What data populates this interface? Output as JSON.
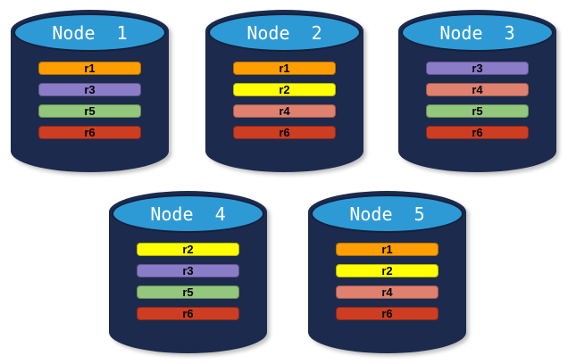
{
  "canvas": {
    "background": "#ffffff"
  },
  "palette": {
    "cylinder_body": "#1C2A4D",
    "cylinder_top_fill": "#2E9AD5",
    "cylinder_top_outline": "#13203C",
    "title_text": "#ffffff",
    "record_text": "#000000"
  },
  "record_colors": {
    "r1": "#FF9E00",
    "r2": "#FFFF00",
    "r3": "#8B7CC8",
    "r4": "#E0806E",
    "r5": "#93C77B",
    "r6": "#CC3D22"
  },
  "nodes": [
    {
      "title": "Node  1",
      "records": [
        {
          "id": "r1",
          "color": "#FF9E00"
        },
        {
          "id": "r3",
          "color": "#8B7CC8"
        },
        {
          "id": "r5",
          "color": "#93C77B"
        },
        {
          "id": "r6",
          "color": "#CC3D22"
        }
      ]
    },
    {
      "title": "Node  2",
      "records": [
        {
          "id": "r1",
          "color": "#FF9E00"
        },
        {
          "id": "r2",
          "color": "#FFFF00"
        },
        {
          "id": "r4",
          "color": "#E0806E"
        },
        {
          "id": "r6",
          "color": "#CC3D22"
        }
      ]
    },
    {
      "title": "Node  3",
      "records": [
        {
          "id": "r3",
          "color": "#8B7CC8"
        },
        {
          "id": "r4",
          "color": "#E0806E"
        },
        {
          "id": "r5",
          "color": "#93C77B"
        },
        {
          "id": "r6",
          "color": "#CC3D22"
        }
      ]
    },
    {
      "title": "Node  4",
      "records": [
        {
          "id": "r2",
          "color": "#FFFF00"
        },
        {
          "id": "r3",
          "color": "#8B7CC8"
        },
        {
          "id": "r5",
          "color": "#93C77B"
        },
        {
          "id": "r6",
          "color": "#CC3D22"
        }
      ]
    },
    {
      "title": "Node  5",
      "records": [
        {
          "id": "r1",
          "color": "#FF9E00"
        },
        {
          "id": "r2",
          "color": "#FFFF00"
        },
        {
          "id": "r4",
          "color": "#E0806E"
        },
        {
          "id": "r6",
          "color": "#CC3D22"
        }
      ]
    }
  ]
}
